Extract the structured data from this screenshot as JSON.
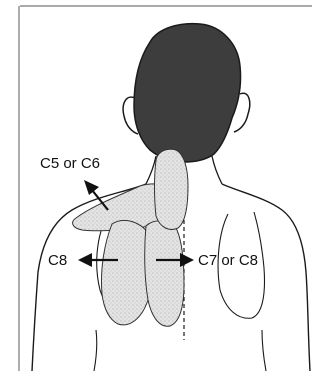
{
  "labels": {
    "upper": "C5 or C6",
    "left": "C8",
    "right": "C7 or C8"
  },
  "colors": {
    "ink": "#1a1a1a",
    "hair": "#3a3a3a",
    "referral_zone_fill": "#e2e2e2",
    "frame": "#777777"
  }
}
